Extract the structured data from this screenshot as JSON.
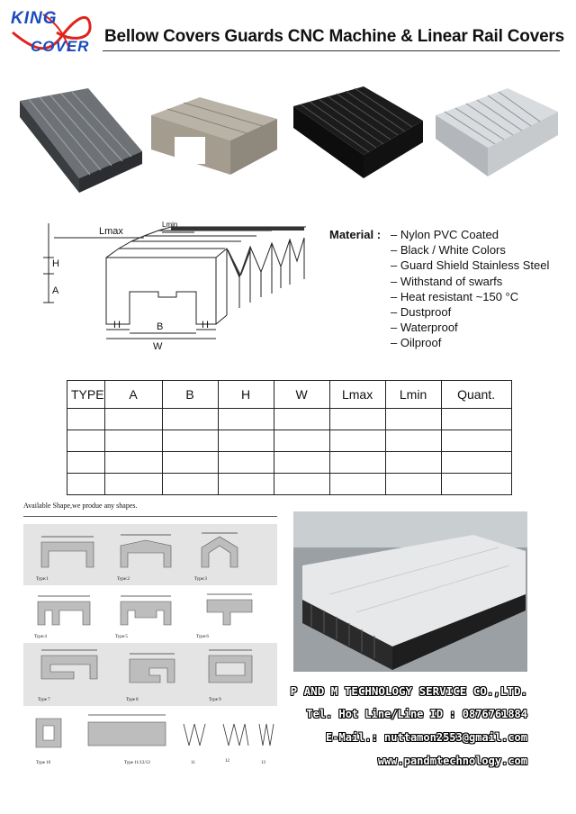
{
  "logo": {
    "line1": "KING",
    "line2": "COVER"
  },
  "title": "Bellow Covers Guards CNC Machine & Linear Rail Covers",
  "diagram": {
    "lmax": "Lmax",
    "lmin": "Lmin",
    "h": "H",
    "a": "A",
    "b": "B",
    "w": "W"
  },
  "material": {
    "label": "Material :",
    "items": [
      "Nylon PVC Coated",
      "Black / White Colors",
      "Guard Shield Stainless Steel",
      "Withstand of swarfs",
      "Heat resistant ~150 °C",
      "Dustproof",
      "Waterproof",
      "Oilproof"
    ]
  },
  "table": {
    "headers": [
      "TYPE",
      "A",
      "B",
      "H",
      "W",
      "Lmax",
      "Lmin",
      "Quant."
    ],
    "rows": [
      [
        "",
        "",
        "",
        "",
        "",
        "",
        "",
        ""
      ],
      [
        "",
        "",
        "",
        "",
        "",
        "",
        "",
        ""
      ],
      [
        "",
        "",
        "",
        "",
        "",
        "",
        "",
        ""
      ],
      [
        "",
        "",
        "",
        "",
        "",
        "",
        "",
        ""
      ]
    ]
  },
  "shapes": {
    "heading": "Available Shape,we produe any shapes.",
    "captions": [
      "Type:1",
      "Type:2",
      "Type:3",
      "Type:4",
      "Type:5",
      "Type:6",
      "Type 7",
      "Type 8",
      "Type 9",
      "Type 10",
      "Type 11/12/13",
      "11",
      "12",
      "13"
    ]
  },
  "company": {
    "name": "P AND M TECHNOLOGY SERVICE CO.,LTD.",
    "tel": "Tel. Hot Line/Line ID : 0876761884",
    "email": "E-Mail.: nuttamon2553@gmail.com",
    "web": "www.pandmtechnology.com"
  }
}
